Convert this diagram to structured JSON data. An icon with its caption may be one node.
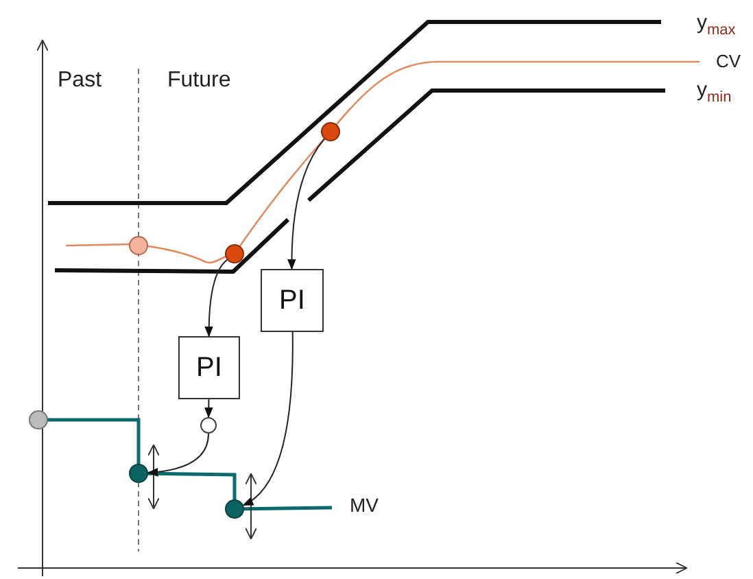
{
  "diagram": {
    "nodes": [
      {
        "text": [],
        "shape": "circle"
      },
      {
        "text": [],
        "shape": "circle"
      },
      {
        "text": [
          "PI"
        ]
      },
      {
        "text": [
          "PI"
        ]
      },
      {
        "text": [],
        "shape": "circle"
      },
      {
        "text": [],
        "shape": "circle"
      },
      {
        "text": [],
        "shape": "circle"
      }
    ],
    "edges": [
      {
        "from": 0,
        "to": 2,
        "arrow": "to"
      },
      {
        "from": 1,
        "to": 3,
        "arrow": "to"
      },
      {
        "from": 3,
        "to": 4,
        "arrow": "to"
      },
      {
        "from": 4,
        "to": 5,
        "arrow": "to"
      },
      {
        "from": 2,
        "to": 6,
        "arrow": "to"
      }
    ],
    "labels": [
      "Past",
      "Future",
      "y$_{max}$",
      "CV",
      "y$_{min}$",
      "MV"
    ]
  }
}
